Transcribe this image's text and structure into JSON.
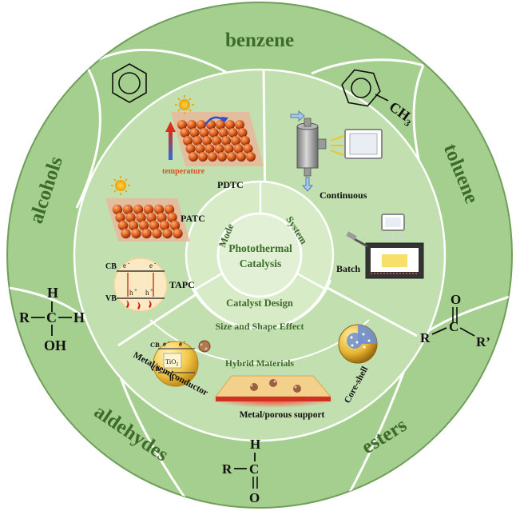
{
  "center": {
    "line1": "Photothermal",
    "line2": "Catalysis"
  },
  "inner_ring": {
    "mode": "Mode",
    "system": "System",
    "catalyst_design": "Catalyst Design"
  },
  "mode_section": {
    "pdtc": "PDTC",
    "patc": "PATC",
    "tapc": "TAPC",
    "temperature": "temperature",
    "cb": "CB",
    "vb": "VB",
    "electron": "e",
    "hole": "h",
    "minus": "-",
    "plus": "+"
  },
  "system_section": {
    "continuous": "Continuous",
    "batch": "Batch"
  },
  "design_section": {
    "size_shape": "Size and Shape Effect",
    "hybrid": "Hybrid Materials",
    "metal_semiconductor": "Metal/semiconductor",
    "metal_porous": "Metal/porous support",
    "core_shell": "Core-shell",
    "tio2": "TiO",
    "sub2": "2",
    "cb": "CB",
    "vb": "VB",
    "e": "e",
    "h": "h",
    "minus": "-",
    "plus": "+"
  },
  "outer_ring": {
    "benzene": "benzene",
    "toluene": "toluene",
    "alcohols": "alcohols",
    "aldehydes": "aldehydes",
    "esters": "esters"
  },
  "structures": {
    "ch3": "CH",
    "sub3": "3",
    "alcohol": {
      "H": "H",
      "R": "R",
      "C": "C",
      "OH": "OH",
      "dash": "—"
    },
    "aldehyde": {
      "H": "H",
      "R": "R",
      "C": "C",
      "O": "O"
    },
    "ester": {
      "O": "O",
      "R": "R",
      "C": "C",
      "R2": "R’"
    }
  },
  "colors": {
    "outer_fill": "#a5cf8e",
    "middle_fill": "#c2dfaf",
    "hub_fill": "#e2f0d6",
    "line": "#ffffff",
    "text_green": "#3c6b2a",
    "dark": "#111111",
    "orange": "#d9531e",
    "red_glow": "#c8201a"
  }
}
